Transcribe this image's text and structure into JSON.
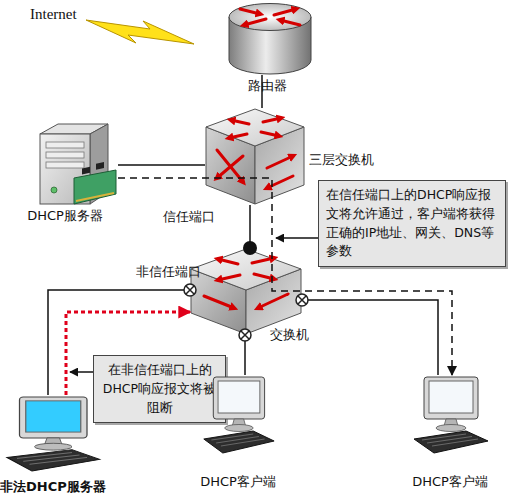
{
  "diagram": {
    "nodes": [
      {
        "text": [
          "路由器"
        ]
      },
      {
        "text": [
          "三层交换机"
        ]
      },
      {
        "text": [
          "DHCP服务器"
        ]
      },
      {
        "text": [
          "在信任端口上的DHCP响应报文将允许通过，客户端将获得正确的IP地址、网关、DNS等参数"
        ]
      },
      {
        "text": [
          "交换机"
        ]
      },
      {
        "text": [
          "在非信任端口上的DHCP响应报文将被阻断"
        ]
      },
      {
        "text": [
          "非法DHCP服务器"
        ]
      },
      {
        "text": [
          "DHCP客户端"
        ]
      },
      {
        "text": [
          "DHCP客户端"
        ]
      }
    ],
    "edges": [
      {
        "from": 0,
        "to": 1,
        "arrow": "none"
      },
      {
        "from": 2,
        "to": 1,
        "arrow": "none"
      },
      {
        "from": 1,
        "to": 4,
        "arrow": "none"
      },
      {
        "from": 4,
        "to": 7,
        "arrow": "none"
      },
      {
        "from": 4,
        "to": 8,
        "arrow": "none"
      },
      {
        "from": 6,
        "to": 4,
        "arrow": "none"
      },
      {
        "from": 6,
        "to": 4,
        "arrow": "to"
      },
      {
        "from": 2,
        "to": 8,
        "arrow": "to"
      }
    ],
    "labels": [
      "Internet",
      "信任端口",
      "非信任端口"
    ]
  }
}
